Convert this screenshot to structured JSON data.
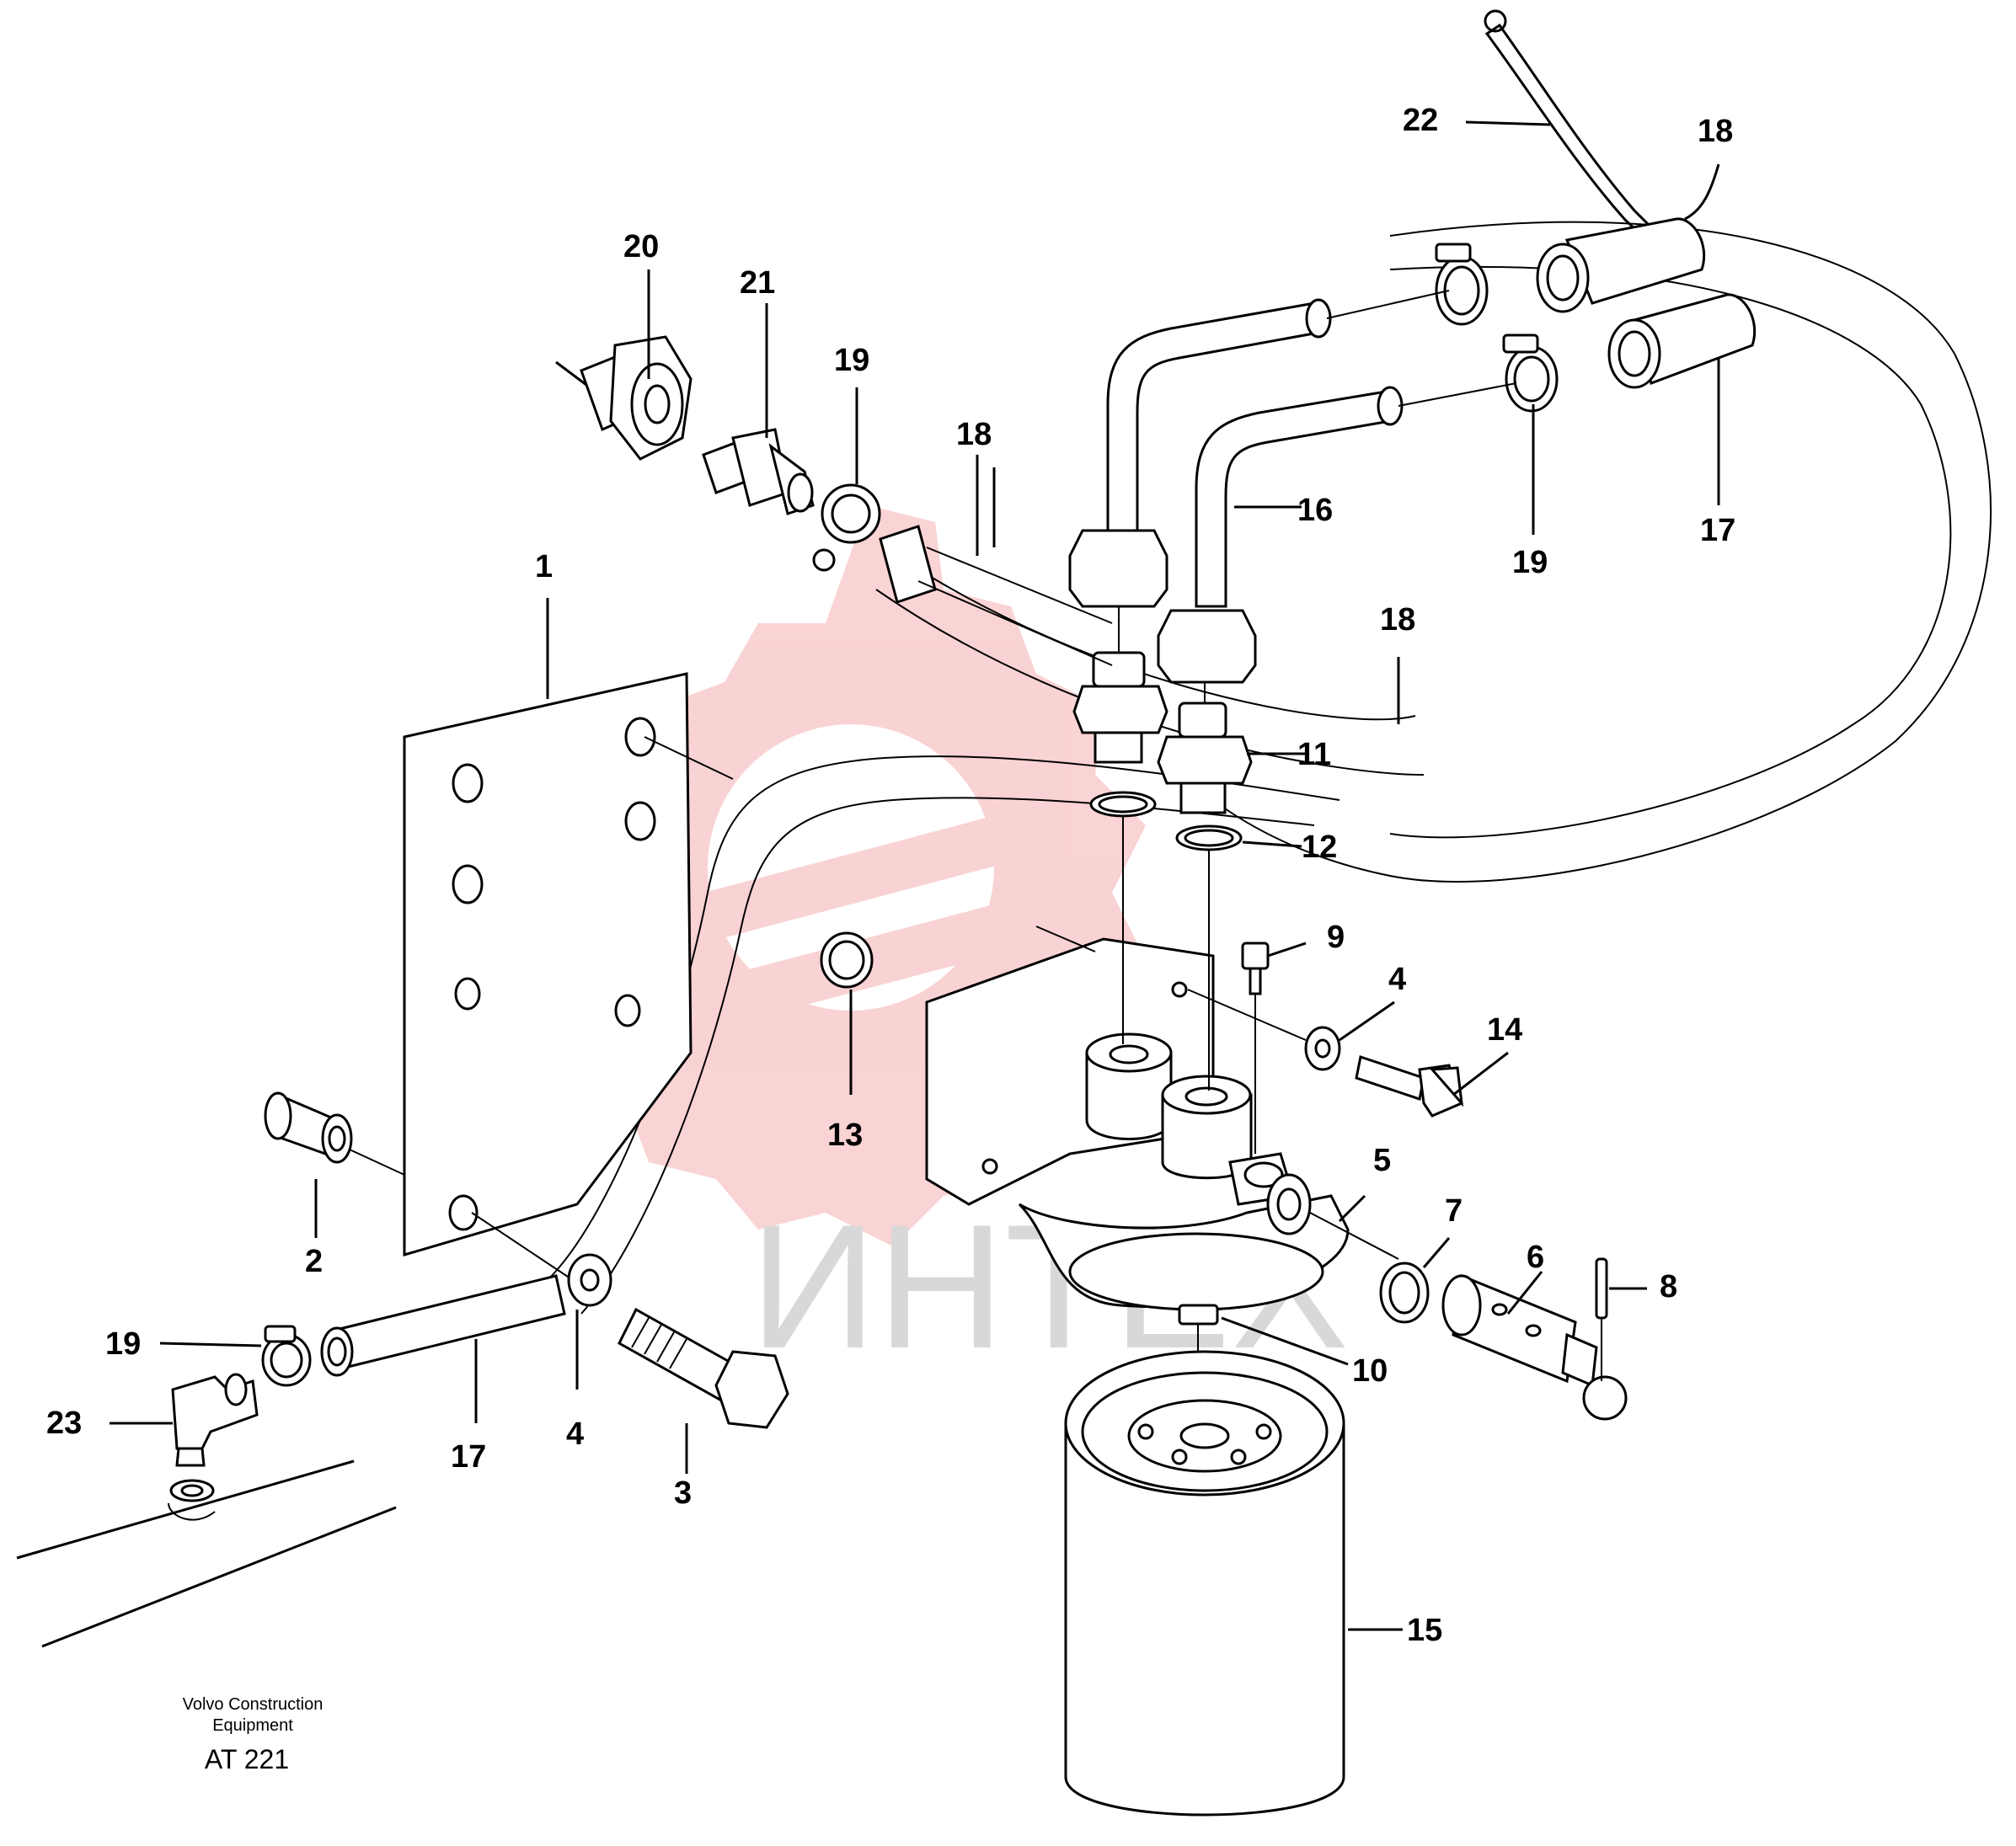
{
  "diagram": {
    "callouts": {
      "c1": "1",
      "c2": "2",
      "c3": "3",
      "c4a": "4",
      "c4b": "4",
      "c5": "5",
      "c6": "6",
      "c7": "7",
      "c8": "8",
      "c9": "9",
      "c10": "10",
      "c11": "11",
      "c12": "12",
      "c13": "13",
      "c14": "14",
      "c15": "15",
      "c16": "16",
      "c17a": "17",
      "c17b": "17",
      "c18a": "18",
      "c18b": "18",
      "c18c": "18",
      "c19a": "19",
      "c19b": "19",
      "c19c": "19",
      "c20": "20",
      "c21": "21",
      "c22": "22",
      "c23": "23"
    },
    "footer": {
      "brand_line1": "Volvo Construction",
      "brand_line2": "Equipment",
      "code": "AT 221"
    },
    "watermark": {
      "text": "ИНТЕХ",
      "color": "#e8383d"
    }
  }
}
